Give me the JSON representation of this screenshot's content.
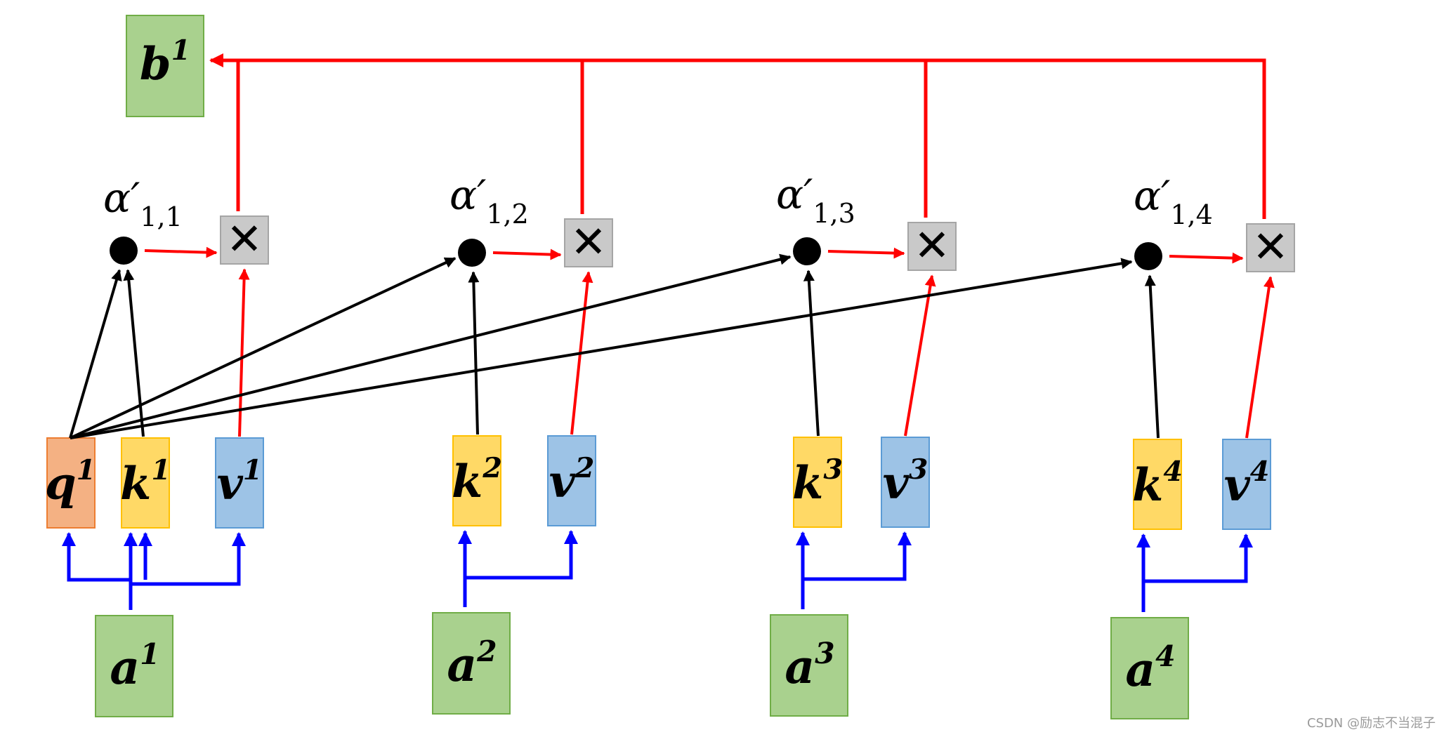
{
  "diagram": {
    "title": "",
    "output_label": {
      "base": "b",
      "sup": "1"
    },
    "inputs": [
      {
        "base": "a",
        "sup": "1"
      },
      {
        "base": "a",
        "sup": "2"
      },
      {
        "base": "a",
        "sup": "3"
      },
      {
        "base": "a",
        "sup": "4"
      }
    ],
    "query": {
      "base": "q",
      "sup": "1"
    },
    "keys": [
      {
        "base": "k",
        "sup": "1"
      },
      {
        "base": "k",
        "sup": "2"
      },
      {
        "base": "k",
        "sup": "3"
      },
      {
        "base": "k",
        "sup": "4"
      }
    ],
    "values": [
      {
        "base": "v",
        "sup": "1"
      },
      {
        "base": "v",
        "sup": "2"
      },
      {
        "base": "v",
        "sup": "3"
      },
      {
        "base": "v",
        "sup": "4"
      }
    ],
    "attention_scores": [
      {
        "symbol": "α′",
        "sub": "1,1"
      },
      {
        "symbol": "α′",
        "sub": "1,2"
      },
      {
        "symbol": "α′",
        "sub": "1,3"
      },
      {
        "symbol": "α′",
        "sub": "1,4"
      }
    ],
    "multiply_symbol": "✕"
  },
  "colors": {
    "input_fill": "#a9d18e",
    "input_stroke": "#70ad47",
    "query_fill": "#f4b183",
    "query_stroke": "#ed7d31",
    "key_fill": "#ffd966",
    "key_stroke": "#ffc000",
    "value_fill": "#9dc3e6",
    "value_stroke": "#5b9bd5",
    "mult_fill": "#c9c9c9",
    "mult_stroke": "#a5a5a5",
    "red_arrow": "#ff0000",
    "blue_arrow": "#0000ff",
    "black_arrow": "#000000"
  },
  "watermark": "CSDN @励志不当混子"
}
